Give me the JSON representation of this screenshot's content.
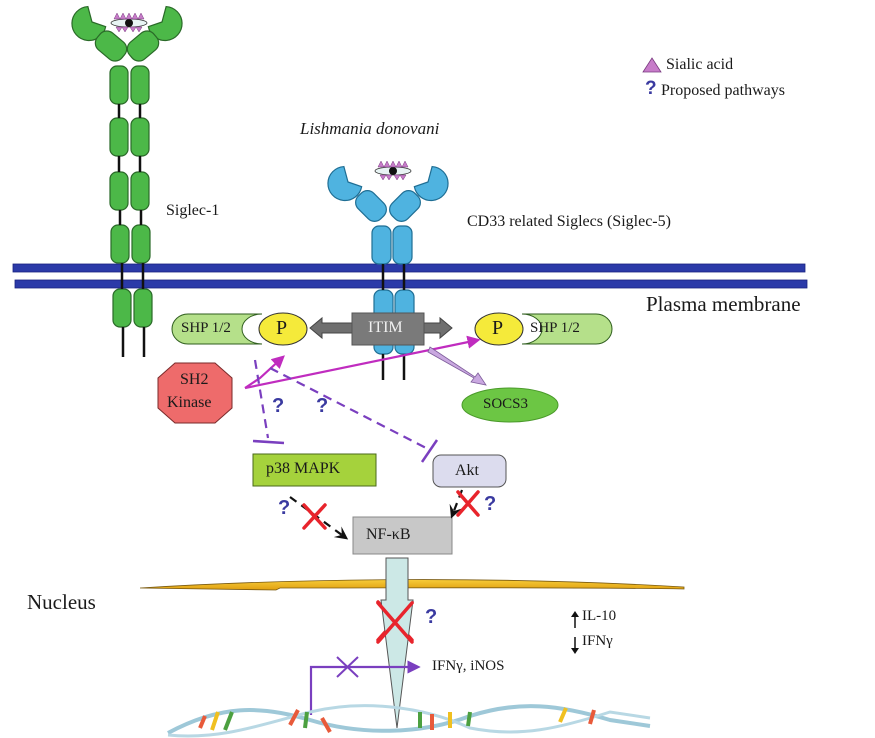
{
  "legend": {
    "items": [
      {
        "icon": "sialic-acid-triangle-icon",
        "label": "Sialic acid",
        "color": "#c77cc9"
      },
      {
        "icon": "question-mark-icon",
        "glyph": "?",
        "label": "Proposed pathways",
        "color": "#3a3aa0"
      }
    ]
  },
  "labels": {
    "pathogen": "Lishmania donovani",
    "siglec1": "Siglec-1",
    "siglec5": "CD33 related Siglecs (Siglec-5)",
    "membrane": "Plasma membrane",
    "nucleus": "Nucleus",
    "itim": "ITIM",
    "shp_left": "SHP 1/2",
    "shp_right": "SHP 1/2",
    "p_left": "P",
    "p_right": "P",
    "sh2_line1": "SH2",
    "sh2_line2": "Kinase",
    "socs3": "SOCS3",
    "p38": "p38 MAPK",
    "akt": "Akt",
    "nfkb": "NF-κB",
    "il10": "IL-10",
    "ifng_down": "IFNγ",
    "ifng_inos": "IFNγ, iNOS",
    "question": "?"
  },
  "colors": {
    "siglec1_green": "#4cb848",
    "siglec5_blue": "#4fb3e0",
    "membrane_blue": "#2b3aa8",
    "shp_green": "#b5e08a",
    "p_yellow": "#f5ea3a",
    "itim_gray": "#7a7a7a",
    "sh2_red": "#ee6b6b",
    "socs3_green": "#6cc644",
    "p38_green": "#a5d23c",
    "akt_lavender": "#dcdcee",
    "nfkb_gray": "#c8c8c8",
    "nuclear_envelope": "#f0b820",
    "inhibit_purple": "#7a3fbf",
    "activate_magenta": "#c02cbf",
    "block_red": "#e8242c",
    "question_blue": "#3a3aa0"
  }
}
